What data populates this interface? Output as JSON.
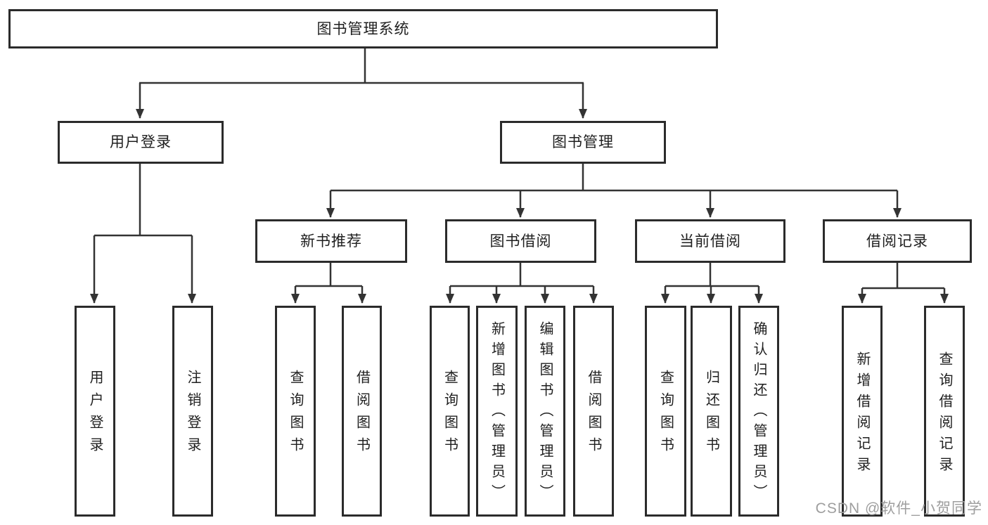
{
  "diagram": {
    "root_label": "图书管理系统",
    "level1": [
      {
        "label": "用户登录",
        "children": [
          "用户登录",
          "注销登录"
        ]
      },
      {
        "label": "图书管理"
      }
    ],
    "level2": [
      {
        "label": "新书推荐",
        "children": [
          "查询图书",
          "借阅图书"
        ]
      },
      {
        "label": "图书借阅",
        "children": [
          "查询图书",
          "新增图书（管理员）",
          "编辑图书（管理员）",
          "借阅图书"
        ]
      },
      {
        "label": "当前借阅",
        "children": [
          "查询图书",
          "归还图书",
          "确认归还（管理员）"
        ]
      },
      {
        "label": "借阅记录",
        "children": [
          "新增借阅记录",
          "查询借阅记录"
        ]
      }
    ],
    "watermark": "CSDN @软件_小贺同学"
  },
  "colors": {
    "line": "#333333",
    "box-border": "#2b2b2b",
    "text": "#1f1f1f",
    "watermark": "#9e9e9e",
    "bg": "#ffffff"
  }
}
